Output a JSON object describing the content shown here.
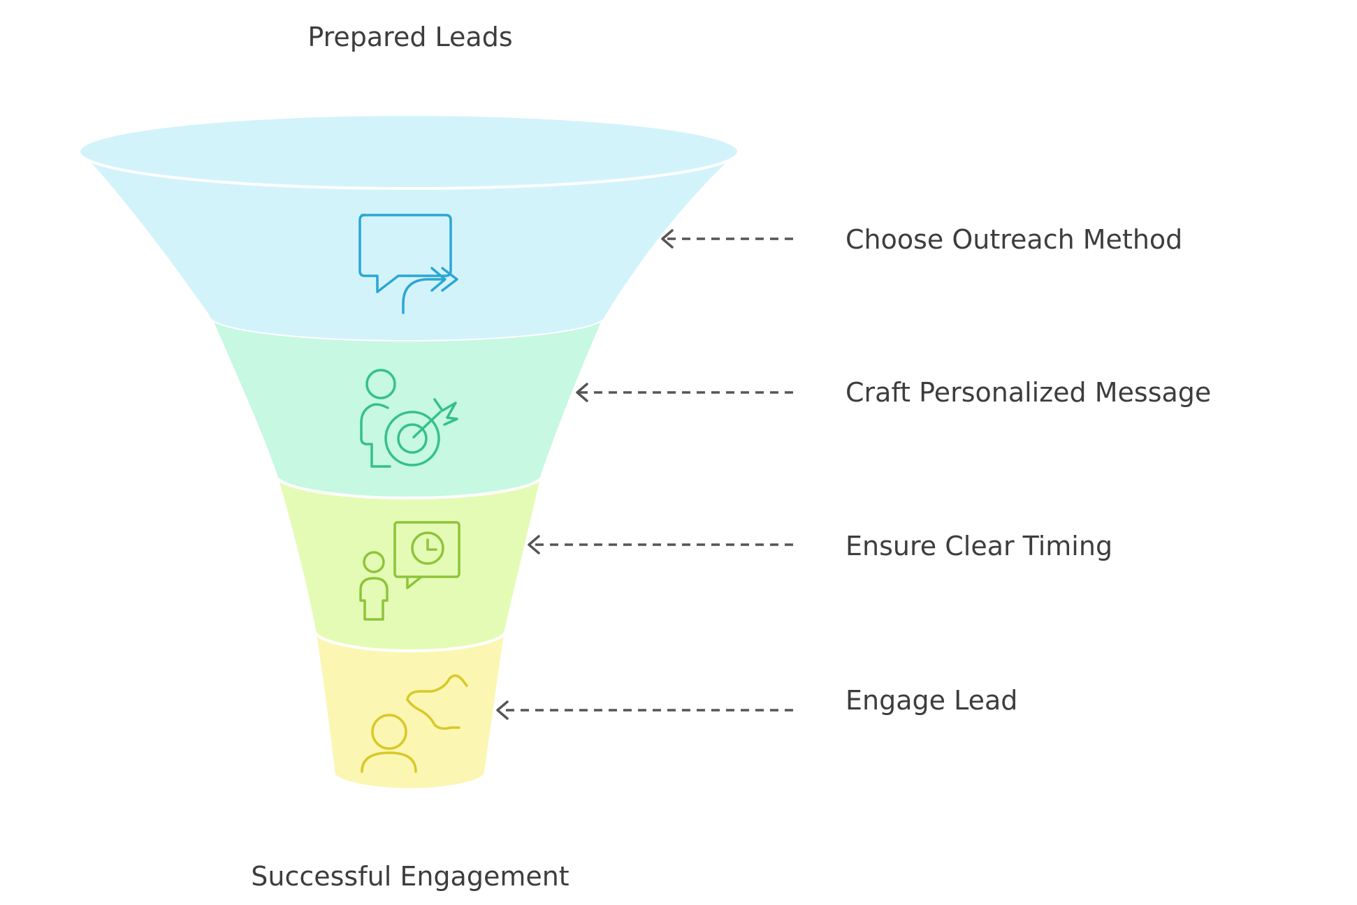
{
  "top_label": "Prepared Leads",
  "bottom_label": "Successful Engagement",
  "stages": [
    {
      "label": "Choose Outreach Method",
      "icon": "chat-forward-icon",
      "fill": "#d3f3fb",
      "stroke": "#2ba6d4"
    },
    {
      "label": "Craft Personalized Message",
      "icon": "person-target-icon",
      "fill": "#c6f8e2",
      "stroke": "#35c08a"
    },
    {
      "label": "Ensure Clear Timing",
      "icon": "person-clock-speech-icon",
      "fill": "#e4fbb5",
      "stroke": "#8fc33a"
    },
    {
      "label": "Engage Lead",
      "icon": "person-path-icon",
      "fill": "#fbf6b2",
      "stroke": "#d8c928"
    }
  ],
  "connector_color": "#555555"
}
